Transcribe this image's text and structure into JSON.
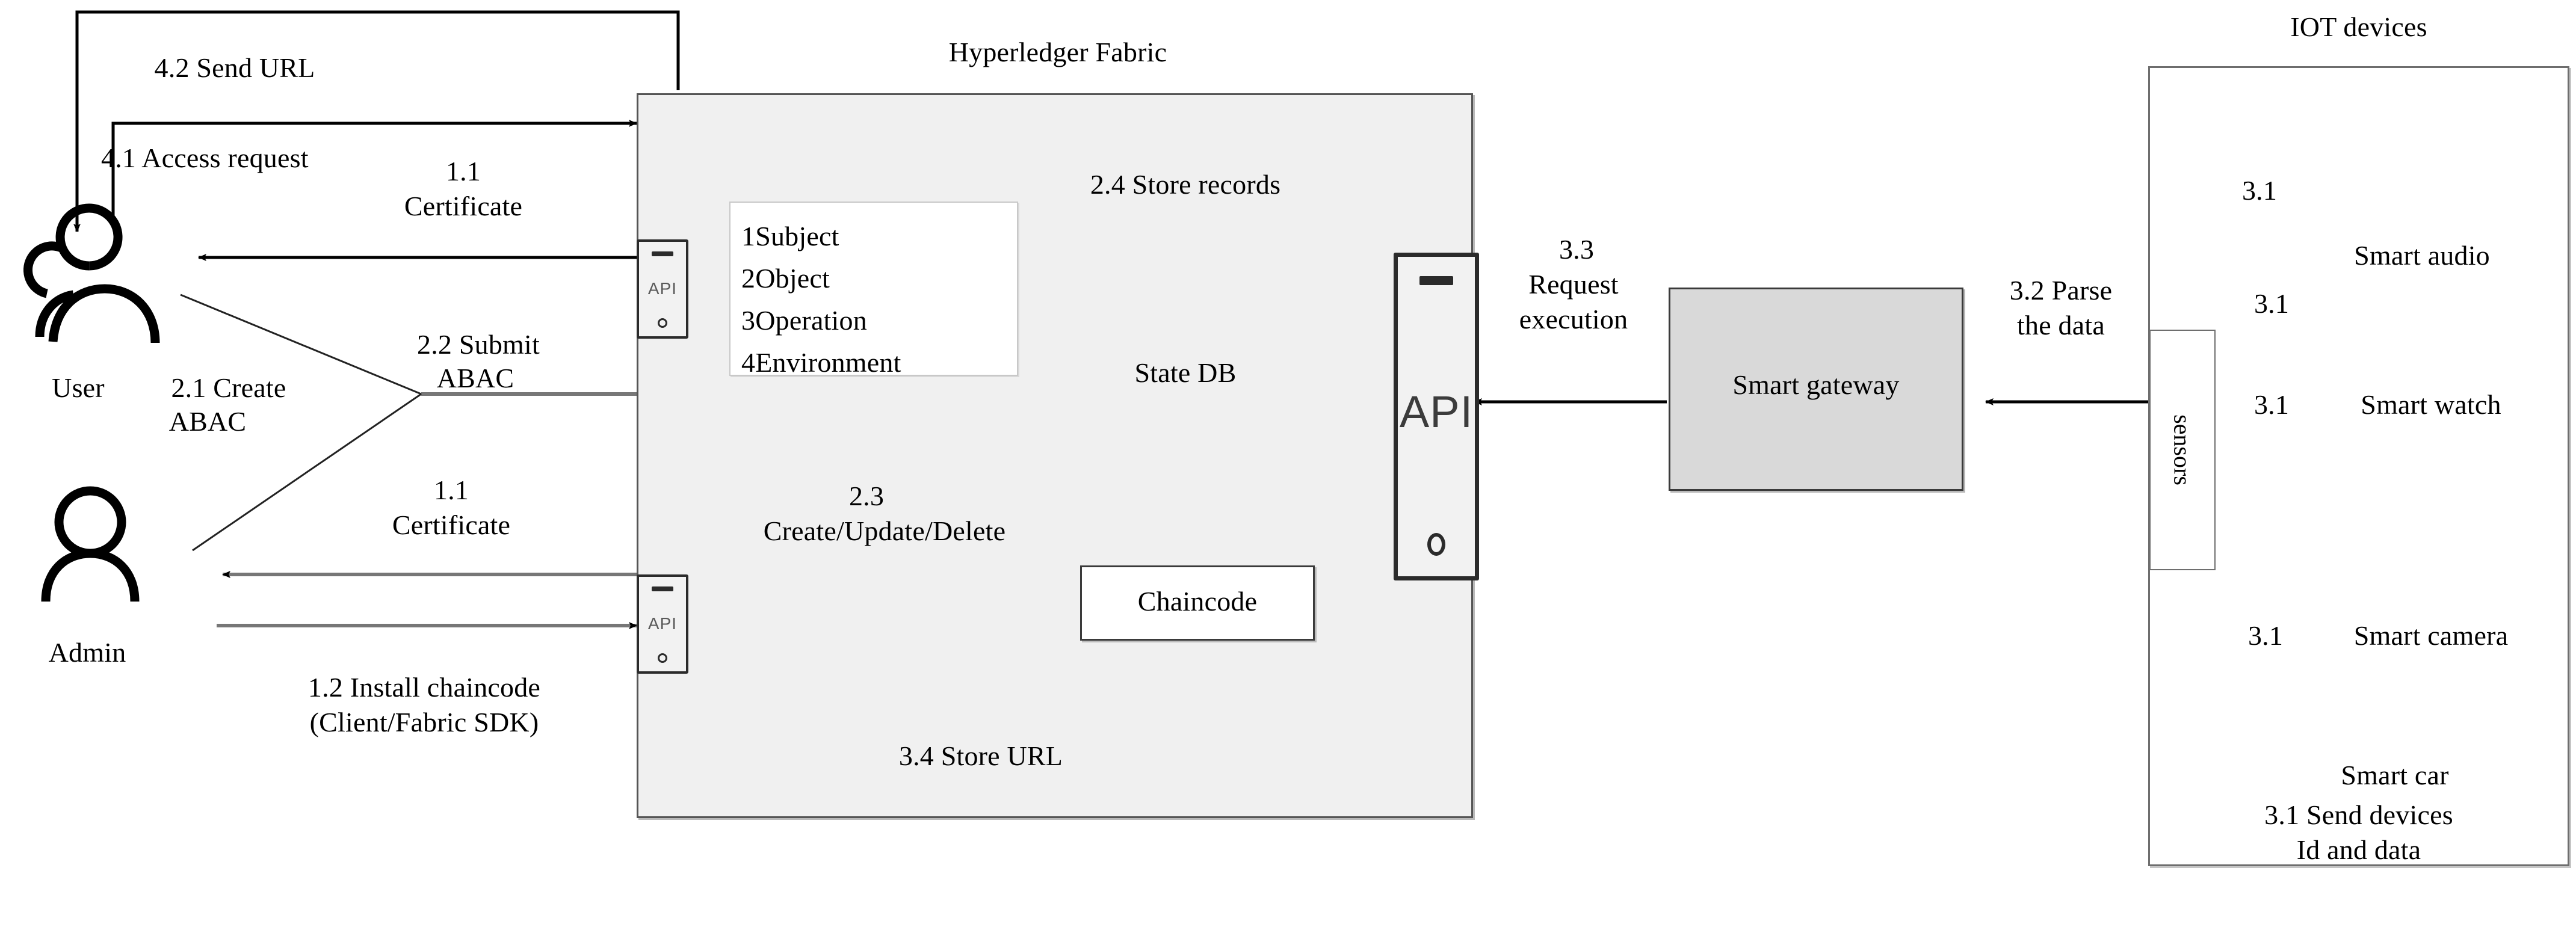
{
  "diagram": {
    "title": "Hyperledger Fabric ABAC access-control architecture with IOT devices"
  },
  "actors": {
    "user_label": "User",
    "admin_label": "Admin",
    "user_icon": "users-group-icon",
    "admin_icon": "user-icon"
  },
  "fabric": {
    "title": "Hyperledger Fabric",
    "abac_attributes": [
      "1Subject",
      "2Object",
      "3Operation",
      "4Environment"
    ],
    "state_db_caption": "State DB",
    "state_db_icon": "database-cylinder-icon",
    "store_records_label": "2.4 Store records",
    "chaincode_label": "Chaincode",
    "store_url_label": "3.4 Store URL",
    "api_icon_label": "API",
    "api_icon_name": "api-phone-icon"
  },
  "gateway": {
    "label": "Smart gateway"
  },
  "iot": {
    "title": "IOT devices",
    "sensors_label": "sensors",
    "footer_line1": "3.1 Send devices",
    "footer_line2": "Id and data",
    "devices": [
      {
        "label": "Smart audio",
        "icon": "microphone-icon",
        "step": "3.1"
      },
      {
        "label": "Smart watch",
        "icon": "smartwatch-icon",
        "step": "3.1"
      },
      {
        "label": "Smart camera",
        "icon": "cctv-camera-icon",
        "step": "3.1"
      },
      {
        "label": "Smart car",
        "icon": "car-icon",
        "step": "3.1"
      }
    ]
  },
  "flows": {
    "send_url": "4.2 Send URL",
    "access_request": "4.1 Access request",
    "cert_user_1": "1.1",
    "cert_user_2": "Certificate",
    "create_abac_1": "2.1 Create",
    "create_abac_2": "ABAC",
    "submit_abac_1": "2.2 Submit",
    "submit_abac_2": "ABAC",
    "cert_admin_1": "1.1",
    "cert_admin_2": "Certificate",
    "install_chaincode_1": "1.2 Install chaincode",
    "install_chaincode_2": "(Client/Fabric SDK)",
    "cud_1": "2.3",
    "cud_2": "Create/Update/Delete",
    "request_execution_1": "3.3",
    "request_execution_2": "Request",
    "request_execution_3": "execution",
    "parse_data_1": "3.2 Parse",
    "parse_data_2": "the data",
    "step_audio": "3.1",
    "step_watch_a": "3.1",
    "step_watch_b": "3.1",
    "step_camera": "3.1"
  },
  "colors": {
    "fabric_fill": "#f0f0f0",
    "gateway_fill": "#d9d9d9",
    "line": "#000000",
    "border": "#555555"
  }
}
